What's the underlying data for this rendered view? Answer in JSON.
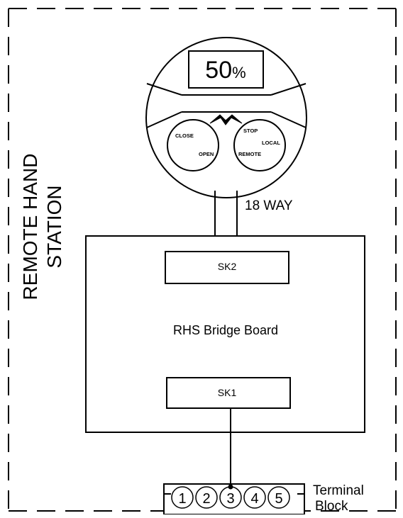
{
  "enclosure": {
    "label_line1": "REMOTE HAND",
    "label_line2": "STATION"
  },
  "display": {
    "value": "50",
    "unit": "%"
  },
  "knobs": {
    "left": {
      "top_label": "CLOSE",
      "bottom_label": "OPEN"
    },
    "right": {
      "top_label": "STOP",
      "mid_label": "LOCAL",
      "bottom_label": "REMOTE"
    }
  },
  "cable": {
    "label": "18 WAY"
  },
  "board": {
    "title": "RHS Bridge Board",
    "connector_top": "SK2",
    "connector_bottom": "SK1"
  },
  "terminal_block": {
    "label_line1": "Terminal",
    "label_line2": "Block",
    "terminals": [
      "1",
      "2",
      "3",
      "4",
      "5"
    ]
  }
}
